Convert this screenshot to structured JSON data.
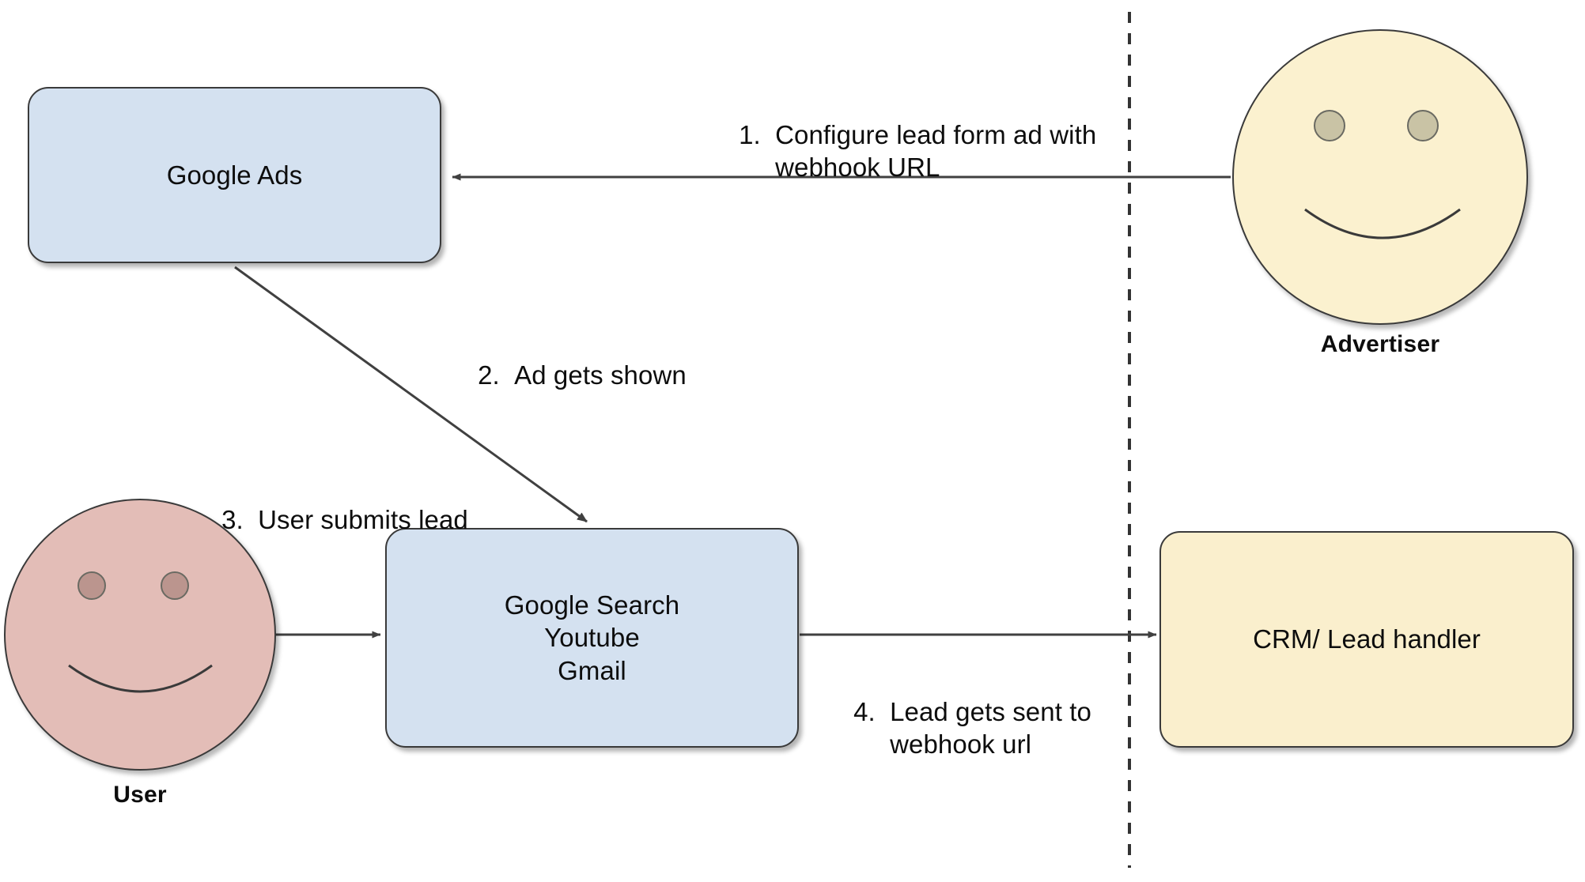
{
  "diagram": {
    "title": "Google Ads lead form webhook flow",
    "background_color": "#ffffff"
  },
  "nodes": {
    "google_ads": {
      "label": "Google Ads",
      "fill": "#d4e1f0",
      "stroke": "#3a3a3a",
      "shape": "rounded-rectangle"
    },
    "google_surfaces": {
      "lines": [
        "Google Search",
        "Youtube",
        "Gmail"
      ],
      "line1": "Google Search",
      "line2": "Youtube",
      "line3": "Gmail",
      "fill": "#d4e1f0",
      "stroke": "#3a3a3a",
      "shape": "rounded-rectangle"
    },
    "crm": {
      "label": "CRM/ Lead handler",
      "fill": "#faefcd",
      "stroke": "#3a3a3a",
      "shape": "rounded-rectangle"
    }
  },
  "actors": {
    "advertiser": {
      "label": "Advertiser",
      "face_fill": "#fbf1cf",
      "eye_fill": "#c9c3a5",
      "stroke": "#3a3a3a",
      "expression": "smiling"
    },
    "user": {
      "label": "User",
      "face_fill": "#e3bdb7",
      "eye_fill": "#bb958e",
      "stroke": "#3a3a3a",
      "expression": "smiling"
    }
  },
  "steps": [
    {
      "number": "1.",
      "text_line1": "Configure lead form ad with",
      "text_line2": "webhook URL",
      "from": "advertiser",
      "to": "google_ads"
    },
    {
      "number": "2.",
      "text_line1": "Ad gets shown",
      "text_line2": "",
      "from": "google_ads",
      "to": "google_surfaces"
    },
    {
      "number": "3.",
      "text_line1": "User submits lead",
      "text_line2": "",
      "from": "user",
      "to": "google_surfaces"
    },
    {
      "number": "4.",
      "text_line1": "Lead gets sent to",
      "text_line2": "webhook url",
      "from": "google_surfaces",
      "to": "crm"
    }
  ],
  "divider": {
    "name": "advertiser-boundary",
    "style": "dashed",
    "color": "#333333"
  },
  "colors": {
    "blue_fill": "#d4e1f0",
    "cream_fill": "#faefcd",
    "advertiser_face": "#fbf1cf",
    "user_face": "#e3bdb7",
    "stroke": "#3a3a3a",
    "text": "#0d0d0d"
  }
}
